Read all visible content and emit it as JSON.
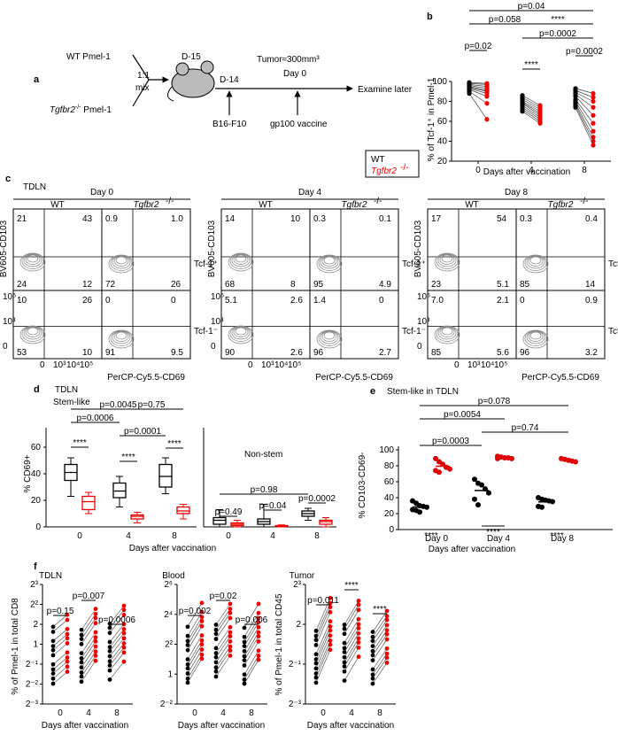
{
  "panel_a": {
    "letter": "a",
    "wt_label": "WT Pmel-1",
    "ko_label_gene": "Tgfbr2",
    "ko_label_sup": "-/-",
    "ko_label_rest": " Pmel-1",
    "ratio": "1:1",
    "mix": "mix",
    "d15": "D-15",
    "d14": "D-14",
    "tumor": "Tumor≈300mm³",
    "day0": "Day 0",
    "b16": "B16-F10",
    "vaccine": "gp100 vaccine",
    "examine": "Examine later"
  },
  "panel_b": {
    "letter": "b",
    "ylabel": "% of Tcf-1⁺ in Pmel-1",
    "xlabel": "Days after vaccination",
    "yticks": [
      "20",
      "40",
      "60",
      "80",
      "100"
    ],
    "xticks": [
      "0",
      "4",
      "8"
    ],
    "pvals": [
      "p=0.04",
      "p=0.058",
      "****",
      "p=0.0002",
      "p=0.02",
      "****",
      "p=0.0002"
    ],
    "legend_wt": "WT",
    "legend_ko": "Tgfbr2"
  },
  "panel_c": {
    "letter": "c",
    "tdln": "TDLN",
    "days": [
      "Day 0",
      "Day 4",
      "Day 8"
    ],
    "wt": "WT",
    "ko": "Tgfbr2",
    "ko_sup": "-/-",
    "ylabel": "BV605-CD103",
    "xlabel": "PerCP-Cy5.5-CD69",
    "tcf_pos": "Tcf-1⁺",
    "tcf_neg": "Tcf-1⁻",
    "day0_nums": [
      "21",
      "43",
      "24",
      "12",
      "0.9",
      "1.0",
      "72",
      "26",
      "10",
      "26",
      "53",
      "10",
      "0",
      "0",
      "91",
      "9.5"
    ],
    "day4_nums": [
      "14",
      "10",
      "68",
      "8",
      "0.3",
      "0.1",
      "95",
      "4.9",
      "5.1",
      "2.6",
      "90",
      "2.6",
      "1.4",
      "0",
      "96",
      "2.7"
    ],
    "day8_nums": [
      "17",
      "54",
      "23",
      "5.1",
      "0.3",
      "0.4",
      "85",
      "14",
      "7.0",
      "2.1",
      "85",
      "5.6",
      "0",
      "0.9",
      "96",
      "3.2"
    ],
    "yaxis_ticks": [
      "10⁵",
      "10³",
      "0"
    ],
    "xaxis_ticks": [
      "0",
      "10³",
      "10⁴",
      "10⁵"
    ]
  },
  "panel_d": {
    "letter": "d",
    "tdln": "TDLN",
    "stem": "Stem-like",
    "nonstem": "Non-stem",
    "ylabel": "% CD69+",
    "xlabel": "Days after vaccination",
    "yticks": [
      "0",
      "20",
      "40",
      "60"
    ],
    "xticks": [
      "0",
      "4",
      "8"
    ],
    "pvals_stem": [
      "p=0.0045",
      "p=0.75",
      "p=0.0006",
      "p=0.0001",
      "****",
      "****",
      "****"
    ],
    "pvals_non": [
      "p=0.98",
      "p=0.49",
      "p=0.04",
      "p=0.0002"
    ]
  },
  "panel_e": {
    "letter": "e",
    "title": "Stem-like in TDLN",
    "ylabel": "% CD103-CD69-",
    "xlabel": "Days after vaccination",
    "yticks": [
      "0",
      "20",
      "40",
      "60",
      "80",
      "100"
    ],
    "xticks": [
      "Day 0",
      "Day 4",
      "Day 8"
    ],
    "pvals": [
      "p=0.078",
      "p=0.0054",
      "p=0.74",
      "p=0.0003",
      "****",
      "****",
      "****"
    ]
  },
  "panel_f": {
    "letter": "f",
    "titles": [
      "TDLN",
      "Blood",
      "Tumor"
    ],
    "ylabel1": "% of Pmel-1 in total CD8",
    "ylabel3": "% of Pmel-1 in total CD45",
    "xlabel": "Days after vaccination",
    "xticks": [
      "0",
      "4",
      "8"
    ],
    "pvals_tdln": [
      "p=0.15",
      "p=0.007",
      "p=0.0006"
    ],
    "pvals_blood": [
      "p=0.002",
      "p=0.02",
      "p=0.006"
    ],
    "pvals_tumor": [
      "p=0.011",
      "****",
      "****"
    ],
    "yticks_tdln": [
      "2³",
      "2²",
      "2",
      "1",
      "2⁻¹",
      "2⁻²",
      "2⁻³"
    ],
    "yticks_blood": [
      "2⁶",
      "2⁴",
      "2²",
      "1",
      "2⁻²"
    ],
    "yticks_tumor": [
      "2³",
      "2",
      "2⁻¹",
      "2⁻³"
    ]
  },
  "chart_data": [
    {
      "type": "scatter",
      "panel": "b",
      "ylabel": "% of Tcf-1⁺ in Pmel-1",
      "xlabel": "Days after vaccination",
      "categories": [
        "0",
        "4",
        "8"
      ],
      "ylim": [
        20,
        100
      ],
      "series": [
        {
          "name": "WT",
          "color": "#000000",
          "values": [
            [
              99,
              98,
              97,
              96,
              95,
              94,
              93,
              92,
              90,
              88
            ],
            [
              86,
              84,
              82,
              80,
              79,
              78,
              76,
              74,
              72,
              70
            ],
            [
              93,
              91,
              89,
              87,
              85,
              82,
              80,
              78,
              76,
              74
            ]
          ]
        },
        {
          "name": "Tgfbr2-/-",
          "color": "#e00000",
          "values": [
            [
              98,
              97,
              95,
              93,
              91,
              90,
              88,
              85,
              78,
              62
            ],
            [
              76,
              74,
              72,
              70,
              68,
              66,
              64,
              62,
              60,
              58
            ],
            [
              88,
              84,
              80,
              74,
              66,
              58,
              50,
              44,
              40,
              36
            ]
          ]
        }
      ]
    },
    {
      "type": "scatter",
      "panel": "e",
      "ylabel": "% CD103-CD69-",
      "xlabel": "Days after vaccination",
      "categories": [
        "Day 0",
        "Day 4",
        "Day 8"
      ],
      "ylim": [
        0,
        100
      ],
      "series": [
        {
          "name": "WT",
          "color": "#000000",
          "values": [
            [
              36,
              33,
              30,
              29,
              28,
              25,
              24,
              22
            ],
            [
              63,
              58,
              56,
              51,
              46,
              38,
              31
            ],
            [
              40,
              38,
              37,
              36,
              35,
              29,
              28
            ]
          ]
        },
        {
          "name": "Tgfbr2-/-",
          "color": "#e00000",
          "values": [
            [
              89,
              85,
              82,
              78,
              76,
              74,
              72
            ],
            [
              92,
              91,
              90,
              90,
              89,
              89
            ],
            [
              89,
              88,
              87,
              86,
              85
            ]
          ]
        }
      ]
    }
  ]
}
